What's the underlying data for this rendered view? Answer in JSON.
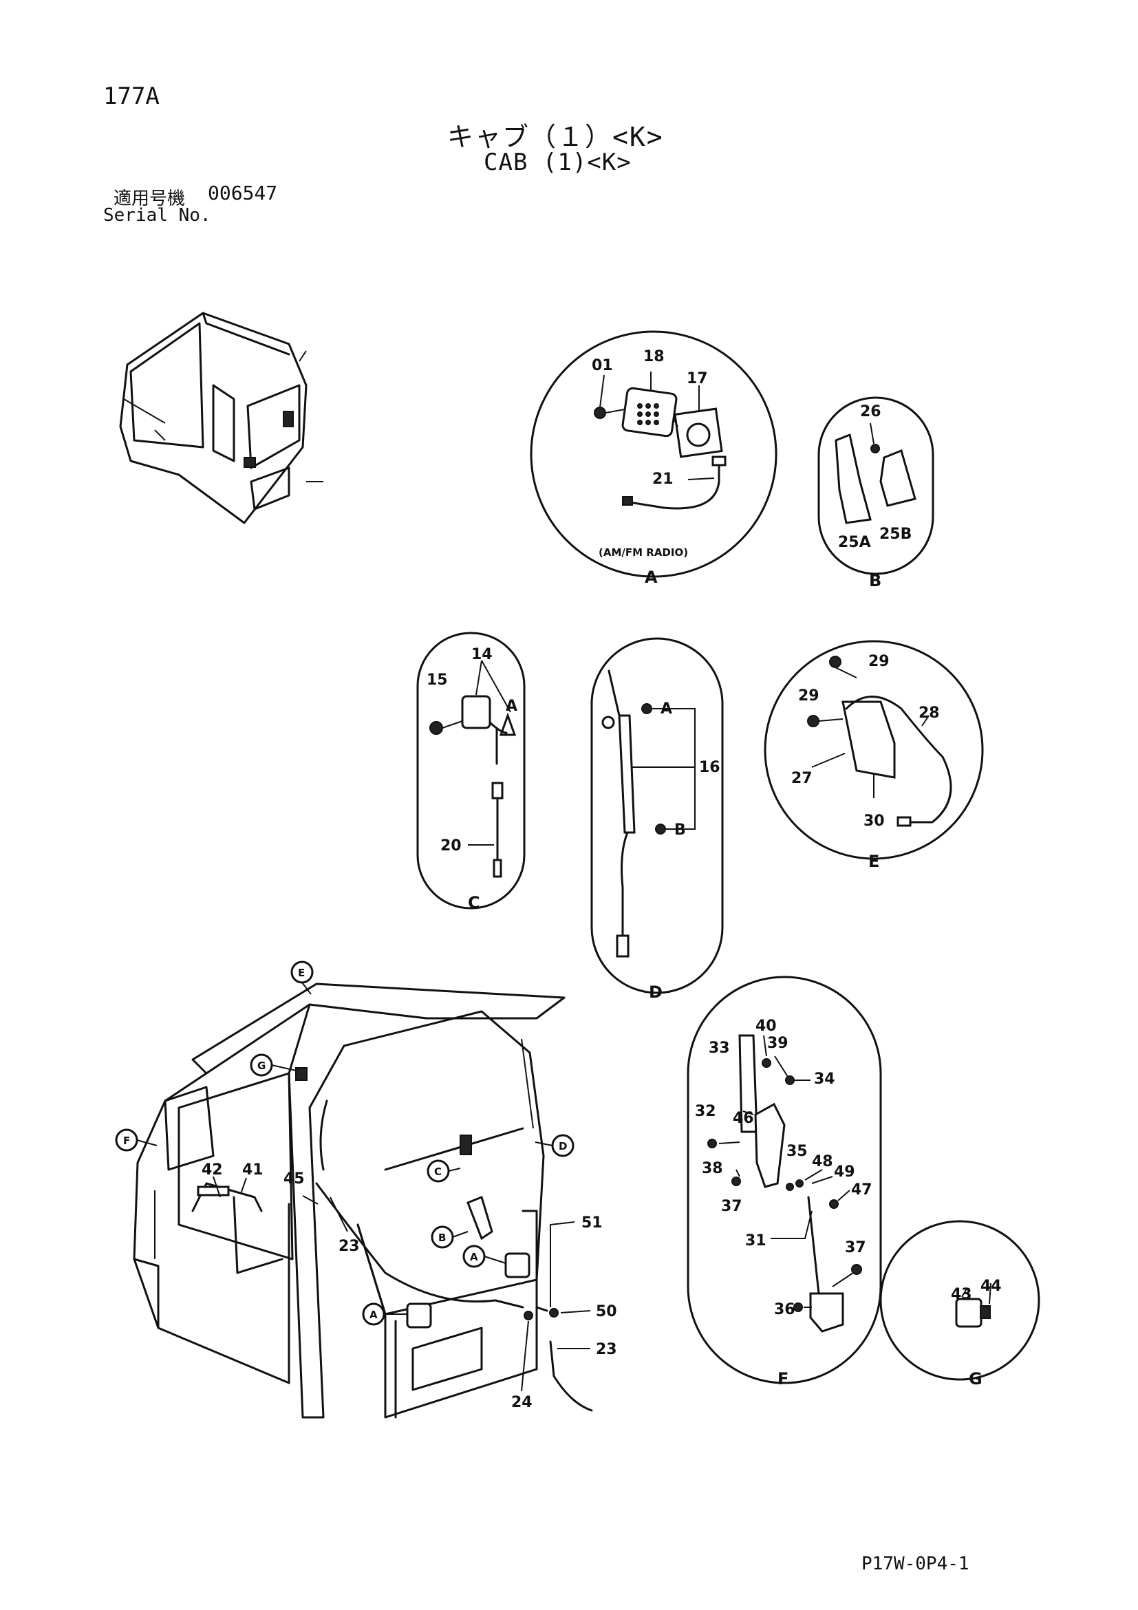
{
  "header": {
    "page_number": "177A",
    "title_jp": "キャブ（１）<K>",
    "title_en": "CAB (1)<K>",
    "serial_label_jp": "適用号機",
    "serial_value": "006547",
    "serial_label_en": "Serial No."
  },
  "footer": {
    "code": "P17W-0P4-1"
  },
  "details": {
    "A": {
      "caption": "A",
      "note": "(AM/FM RADIO)",
      "parts": [
        "01",
        "18",
        "17",
        "21"
      ]
    },
    "B": {
      "caption": "B",
      "parts": [
        "26",
        "25A",
        "25B"
      ]
    },
    "C": {
      "caption": "C",
      "parts": [
        "14",
        "15",
        "A",
        "20"
      ]
    },
    "D": {
      "caption": "D",
      "parts": [
        "16",
        "A",
        "B"
      ]
    },
    "E": {
      "caption": "E",
      "parts": [
        "29",
        "29",
        "28",
        "27",
        "30"
      ]
    },
    "F": {
      "caption": "F",
      "parts": [
        "40",
        "33",
        "39",
        "34",
        "32",
        "46",
        "35",
        "38",
        "48",
        "49",
        "47",
        "37",
        "31",
        "37",
        "36"
      ]
    },
    "G": {
      "caption": "G",
      "parts": [
        "43",
        "44"
      ]
    }
  },
  "main_view": {
    "callouts": [
      "E",
      "G",
      "F",
      "D",
      "C",
      "B",
      "A",
      "A"
    ],
    "parts": [
      "42",
      "41",
      "45",
      "23",
      "51",
      "50",
      "23",
      "24"
    ]
  }
}
